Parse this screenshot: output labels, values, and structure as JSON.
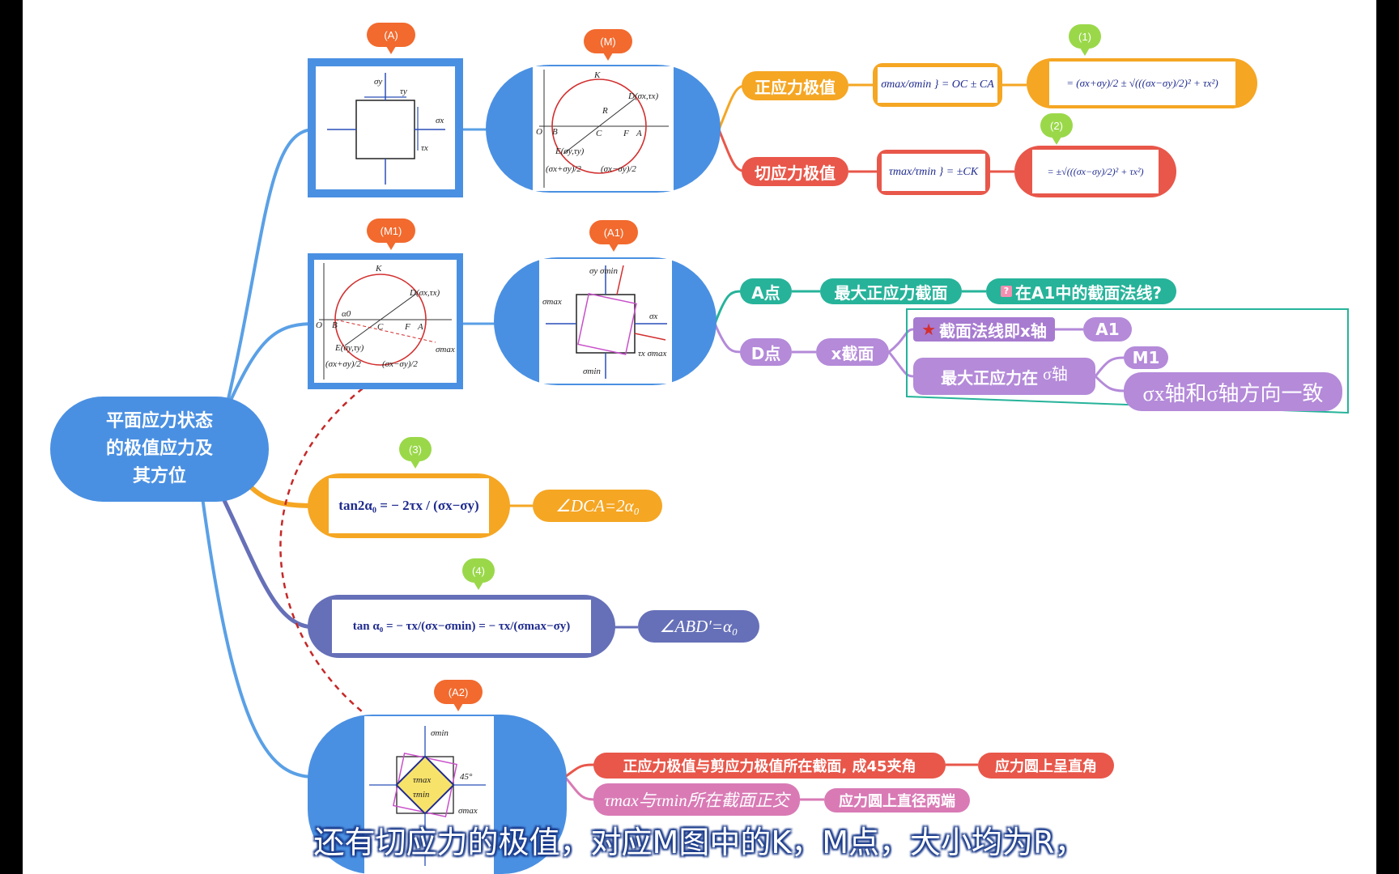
{
  "root": {
    "line1": "平面应力状态",
    "line2": "的极值应力及",
    "line3": "其方位"
  },
  "tags": {
    "A": "(A)",
    "M": "(M)",
    "M1": "(M1)",
    "A1": "(A1)",
    "A2": "(A2)",
    "n1": "(1)",
    "n2": "(2)",
    "n3": "(3)",
    "n4": "(4)"
  },
  "nodes": {
    "normal_extreme": "正应力极值",
    "shear_extreme": "切应力极值",
    "sigma_formula": "σmax/σmin } = OC ± CA",
    "sigma_formula2": "= (σx+σy)/2 ± √(((σx−σy)/2)² + τx²)",
    "tau_formula": "τmax/τmin } = ±CK",
    "tau_formula2": "= ±√(((σx−σy)/2)² + τx²)",
    "pointA": "A点",
    "max_normal_section": "最大正应力截面",
    "question": "在A1中的截面法线?",
    "pointD": "D点",
    "x_section": "x截面",
    "normal_is_x": "截面法线即x轴",
    "a1": "A1",
    "max_normal_on": "最大正应力在",
    "sigma_axis": "σ轴",
    "m1": "M1",
    "axis_same": "σx轴和σ轴方向一致",
    "tan2": "tan2α₀ = − 2τx / (σx−σy)",
    "angle_dca": "∠DCA=2α₀",
    "tan1": "tan α₀ = − τx/(σx−σmin) = − τx/(σmax−σy)",
    "angle_abd": "∠ABD′=α₀",
    "extreme_45": "正应力极值与剪应力极值所在截面, 成45夹角",
    "right_angle": "应力圆上呈直角",
    "tau_orth": "τmax与τmin所在截面正交",
    "diameter_ends": "应力圆上直径两端"
  },
  "subtitle": "还有切应力的极值，对应M图中的K，M点，大小均为R，",
  "colors": {
    "blue": "#4a90e2",
    "orange": "#f5a623",
    "red": "#e8574a",
    "teal": "#26b39a",
    "purple": "#b48ad9",
    "navy": "#6670b8",
    "pink": "#d97ab5"
  }
}
